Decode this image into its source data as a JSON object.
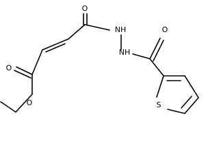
{
  "atoms": {
    "oxygen_top": "O",
    "nh_upper": "NH",
    "oxygen_right": "O",
    "nh_lower": "NH",
    "oxygen_left": "O",
    "oxygen_ester": "O",
    "sulfur": "S"
  }
}
